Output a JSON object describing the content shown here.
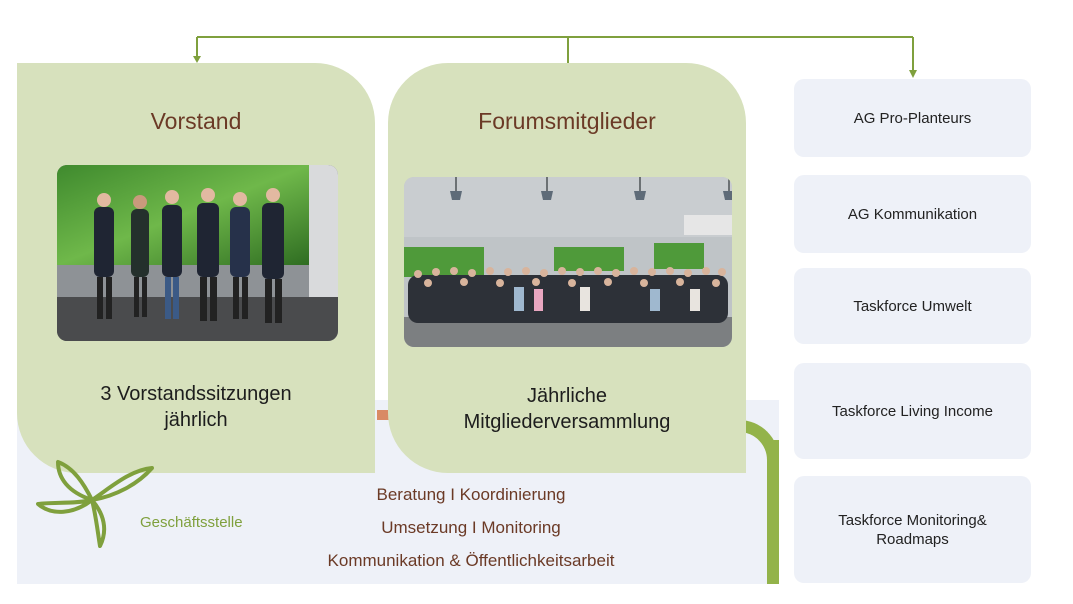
{
  "colors": {
    "card_green": "#d7e1bd",
    "accent_green": "#93b34a",
    "title_brown": "#6b3a26",
    "panel_lavender": "#eef1f8",
    "orange_mark": "#d98a64"
  },
  "vorstand": {
    "title": "Vorstand",
    "caption_line1": "3 Vorstandssitzungen",
    "caption_line2": "jährlich"
  },
  "forum": {
    "title": "Forumsmitglieder",
    "caption_line1": "Jährliche",
    "caption_line2": "Mitgliederversammlung"
  },
  "working_groups": [
    {
      "line1": "AG Pro-Planteurs",
      "line2": ""
    },
    {
      "line1": "AG Kommunikation",
      "line2": ""
    },
    {
      "line1": "Taskforce Umwelt",
      "line2": ""
    },
    {
      "line1": "Taskforce Living Income",
      "line2": ""
    },
    {
      "line1": "Taskforce Monitoring&",
      "line2": "Roadmaps"
    }
  ],
  "geschaeftsstelle": {
    "label": "Geschäftsstelle",
    "line1": "Beratung I Koordinierung",
    "line2": "Umsetzung I Monitoring",
    "line3": "Kommunikation & Öffentlichkeitsarbeit",
    "logo_icon": "leaf-trefoil-icon"
  }
}
